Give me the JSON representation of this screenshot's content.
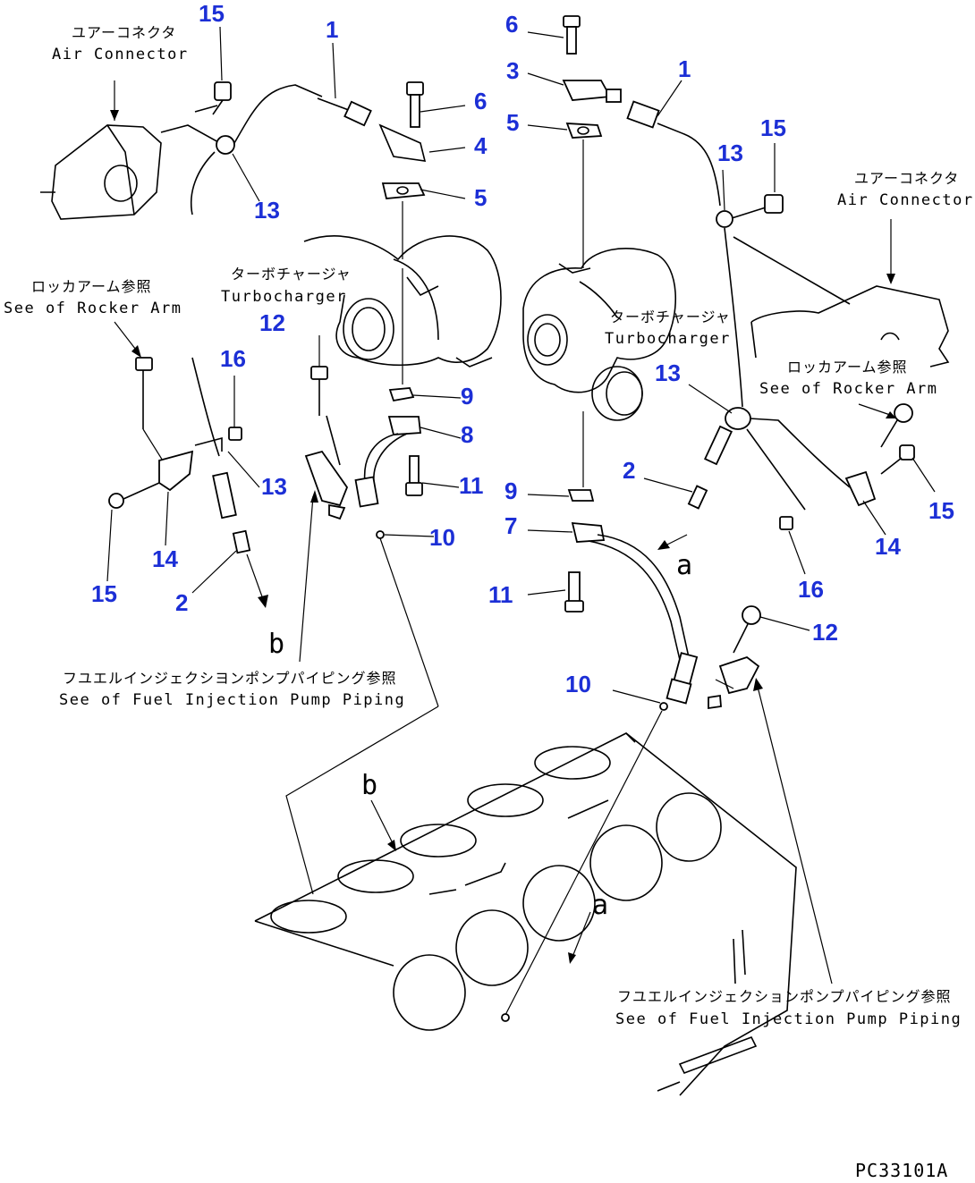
{
  "callouts": [
    {
      "id": "c15a",
      "text": "15"
    },
    {
      "id": "c1a",
      "text": "1"
    },
    {
      "id": "c6a",
      "text": "6"
    },
    {
      "id": "c3",
      "text": "3"
    },
    {
      "id": "c1b",
      "text": "1"
    },
    {
      "id": "c6b",
      "text": "6"
    },
    {
      "id": "c4",
      "text": "4"
    },
    {
      "id": "c5a",
      "text": "5"
    },
    {
      "id": "c5b",
      "text": "5"
    },
    {
      "id": "c13a",
      "text": "13"
    },
    {
      "id": "c13b",
      "text": "13"
    },
    {
      "id": "c15b",
      "text": "15"
    },
    {
      "id": "c12a",
      "text": "12"
    },
    {
      "id": "c16a",
      "text": "16"
    },
    {
      "id": "c9a",
      "text": "9"
    },
    {
      "id": "c8",
      "text": "8"
    },
    {
      "id": "c13c",
      "text": "13"
    },
    {
      "id": "c11a",
      "text": "11"
    },
    {
      "id": "c13d",
      "text": "13"
    },
    {
      "id": "c2a",
      "text": "2"
    },
    {
      "id": "c9b",
      "text": "9"
    },
    {
      "id": "c10a",
      "text": "10"
    },
    {
      "id": "c14a",
      "text": "14"
    },
    {
      "id": "c15c",
      "text": "15"
    },
    {
      "id": "c2b",
      "text": "2"
    },
    {
      "id": "c7",
      "text": "7"
    },
    {
      "id": "c11b",
      "text": "11"
    },
    {
      "id": "c14b",
      "text": "14"
    },
    {
      "id": "c15d",
      "text": "15"
    },
    {
      "id": "c16b",
      "text": "16"
    },
    {
      "id": "c12b",
      "text": "12"
    },
    {
      "id": "c10b",
      "text": "10"
    }
  ],
  "notes": {
    "air_connector_left_jp": "ユアーコネクタ",
    "air_connector_left_en": "Air Connector",
    "air_connector_right_jp": "ユアーコネクタ",
    "air_connector_right_en": "Air Connector",
    "rocker_left_jp": "ロッカアーム参照",
    "rocker_left_en": "See of Rocker Arm",
    "rocker_right_jp": "ロッカアーム参照",
    "rocker_right_en": "See of Rocker Arm",
    "turbo_left_jp": "ターボチャージャ",
    "turbo_left_en": "Turbocharger",
    "turbo_right_jp": "ターボチャージャ",
    "turbo_right_en": "Turbocharger",
    "fuel_left_jp": "フユエルインジェクシヨンポンプパイピング参照",
    "fuel_left_en": "See of Fuel Injection Pump Piping",
    "fuel_right_jp": "フユエルインジェクションポンプパイピング参照",
    "fuel_right_en": "See of Fuel Injection Pump Piping"
  },
  "letters": {
    "a1": "a",
    "a2": "a",
    "b1": "b",
    "b2": "b"
  },
  "drawing_code": "PC33101A",
  "colors": {
    "callout": "#1c2fd6",
    "line": "#000000",
    "background": "#ffffff"
  }
}
